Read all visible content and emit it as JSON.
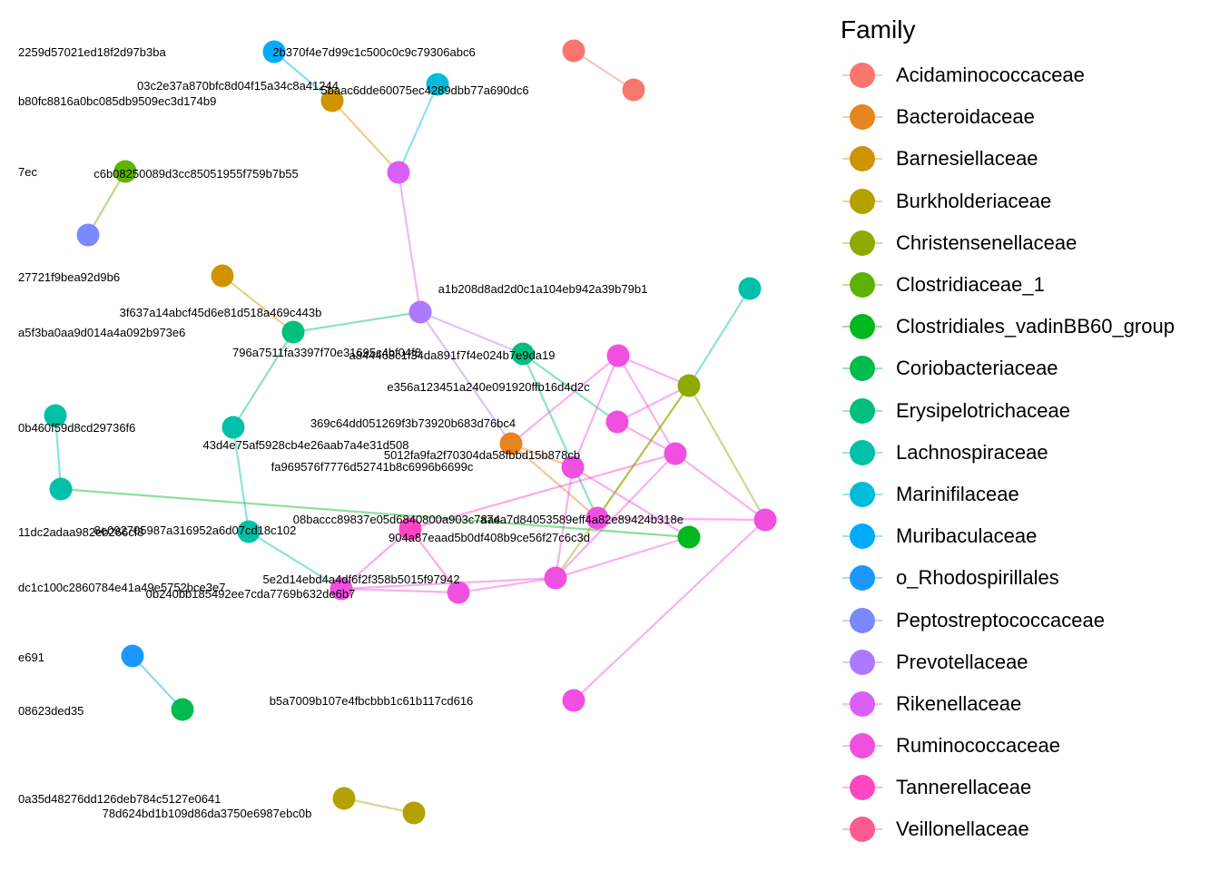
{
  "legend": {
    "title": "Family",
    "items": [
      {
        "name": "Acidaminococcaceae",
        "color": "#F8766D"
      },
      {
        "name": "Bacteroidaceae",
        "color": "#E7851E"
      },
      {
        "name": "Barnesiellaceae",
        "color": "#D09400"
      },
      {
        "name": "Burkholderiaceae",
        "color": "#B2A100"
      },
      {
        "name": "Christensenellaceae",
        "color": "#8EAB00"
      },
      {
        "name": "Clostridiaceae_1",
        "color": "#5EB300"
      },
      {
        "name": "Clostridiales_vadinBB60_group",
        "color": "#00B81F"
      },
      {
        "name": "Coriobacteriaceae",
        "color": "#00BB4E"
      },
      {
        "name": "Erysipelotrichaceae",
        "color": "#00BF7D"
      },
      {
        "name": "Lachnospiraceae",
        "color": "#00C1A7"
      },
      {
        "name": "Marinifilaceae",
        "color": "#00BCD8"
      },
      {
        "name": "Muribaculaceae",
        "color": "#00ABFD"
      },
      {
        "name": "o_Rhodospirillales",
        "color": "#1B98FF"
      },
      {
        "name": "Peptostreptococcaceae",
        "color": "#7A89FF"
      },
      {
        "name": "Prevotellaceae",
        "color": "#AC79FF"
      },
      {
        "name": "Rikenellaceae",
        "color": "#DC5EF9"
      },
      {
        "name": "Ruminococcaceae",
        "color": "#F14FE0"
      },
      {
        "name": "Tannerellaceae",
        "color": "#FF45C1"
      },
      {
        "name": "Veillonellaceae",
        "color": "#FF5A8E"
      }
    ]
  },
  "network": {
    "nodes": [
      {
        "id": "n1",
        "label": "2259d57021ed18f2d97b3ba",
        "family": "Acidaminococcaceae"
      },
      {
        "id": "n2",
        "label": "",
        "family": "Acidaminococcaceae"
      },
      {
        "id": "n3",
        "label": "2b370f4e7d99c1c500c0c9c79306abc6",
        "family": "Muribaculaceae"
      },
      {
        "id": "n4",
        "label": "03c2e37a870bfc8d04f15a34c8a41244",
        "family": "Barnesiellaceae"
      },
      {
        "id": "n5",
        "label": "5baac6dde60075ec4289dbb77a690dc6",
        "family": "Marinifilaceae"
      },
      {
        "id": "n6",
        "label": "b80fc8816a0bc085db9509ec3d174b9",
        "family": "Rikenellaceae"
      },
      {
        "id": "n7",
        "label": "c6b08250089d3cc85051955f759b7b55",
        "family": "Clostridiaceae_1"
      },
      {
        "id": "n8",
        "label": "7ec",
        "family": "Peptostreptococcaceae"
      },
      {
        "id": "n9",
        "label": "27721f9bea92d9b6",
        "family": "Barnesiellaceae"
      },
      {
        "id": "n10",
        "label": "3f637a14abcf45d6e81d518a469c443b",
        "family": "Erysipelotrichaceae"
      },
      {
        "id": "n11",
        "label": "a1b208d8ad2d0c1a104eb942a39b79b1",
        "family": "Prevotellaceae"
      },
      {
        "id": "n12",
        "label": "",
        "family": "Lachnospiraceae"
      },
      {
        "id": "n13",
        "label": "a5f3ba0aa9d014a4a092b973e6",
        "family": "Lachnospiraceae"
      },
      {
        "id": "n14",
        "label": "796a7511fa3397f70e31695c4bf04f8",
        "family": "Erysipelotrichaceae"
      },
      {
        "id": "n15",
        "label": "a844468c1f34da891f7f4e024b7e9da19",
        "family": "Ruminococcaceae"
      },
      {
        "id": "n16",
        "label": "",
        "family": "Christensenellaceae"
      },
      {
        "id": "n17",
        "label": "e356a123451a240e091920ffb16d4d2c",
        "family": "Ruminococcaceae"
      },
      {
        "id": "n18",
        "label": "0b460f59d8cd29736f6",
        "family": "Lachnospiraceae"
      },
      {
        "id": "n19",
        "label": "369c64dd051269f3b73920b683d76bc4",
        "family": "Ruminococcaceae"
      },
      {
        "id": "n20",
        "label": "43d4e75af5928cb4e26aab7a4e31d508",
        "family": "Lachnospiraceae"
      },
      {
        "id": "n21",
        "label": "5012fa9fa2f70304da58fbbd15b878cb",
        "family": "Bacteroidaceae"
      },
      {
        "id": "n22",
        "label": "",
        "family": "Lachnospiraceae"
      },
      {
        "id": "n23",
        "label": "fa969576f7776d52741b8c6996b6699c",
        "family": "Ruminococcaceae"
      },
      {
        "id": "n24",
        "label": "08baccc89837e05d6840800a903c78a4",
        "family": "Ruminococcaceae"
      },
      {
        "id": "n25",
        "label": "a7ea7d84053589eff4a82e89424b318e",
        "family": "Tannerellaceae"
      },
      {
        "id": "n26",
        "label": "11dc2adaa982eb266cf8",
        "family": "Lachnospiraceae"
      },
      {
        "id": "n27",
        "label": "8e092705987a316952a6d07cd18c102",
        "family": "Tannerellaceae"
      },
      {
        "id": "n28",
        "label": "904a87eaad5b0df408b9ce56f27c6c3d",
        "family": "Clostridiales_vadinBB60_group"
      },
      {
        "id": "n29",
        "label": "",
        "family": "Ruminococcaceae"
      },
      {
        "id": "n30",
        "label": "5e2d14ebd4a4df6f2f358b5015f97942",
        "family": "Ruminococcaceae"
      },
      {
        "id": "n31",
        "label": "dc1c100c2860784e41a49e5752bce3e7",
        "family": "Tannerellaceae"
      },
      {
        "id": "n32",
        "label": "0b240bb185492ee7cda7769b632de6b7",
        "family": "Ruminococcaceae"
      },
      {
        "id": "n33",
        "label": "e691",
        "family": "o_Rhodospirillales"
      },
      {
        "id": "n34",
        "label": "b5a7009b107e4fbcbbb1c61b117cd616",
        "family": "Ruminococcaceae"
      },
      {
        "id": "n35",
        "label": "08623ded35",
        "family": "Coriobacteriaceae"
      },
      {
        "id": "n36",
        "label": "0a35d48276dd126deb784c5127e0641",
        "family": "Burkholderiaceae"
      },
      {
        "id": "n37",
        "label": "78d624bd1b109d86da3750e6987ebc0b",
        "family": "Burkholderiaceae"
      }
    ],
    "edges": [
      [
        "n1",
        "n2"
      ],
      [
        "n3",
        "n4"
      ],
      [
        "n4",
        "n6"
      ],
      [
        "n5",
        "n6"
      ],
      [
        "n6",
        "n11"
      ],
      [
        "n7",
        "n8"
      ],
      [
        "n9",
        "n10"
      ],
      [
        "n10",
        "n11"
      ],
      [
        "n10",
        "n20"
      ],
      [
        "n11",
        "n14"
      ],
      [
        "n11",
        "n19"
      ],
      [
        "n14",
        "n17"
      ],
      [
        "n14",
        "n23"
      ],
      [
        "n12",
        "n16"
      ],
      [
        "n21",
        "n15"
      ],
      [
        "n21",
        "n17"
      ],
      [
        "n21",
        "n25"
      ],
      [
        "n21",
        "n28"
      ],
      [
        "n15",
        "n19"
      ],
      [
        "n15",
        "n16"
      ],
      [
        "n15",
        "n22"
      ],
      [
        "n17",
        "n16"
      ],
      [
        "n16",
        "n23"
      ],
      [
        "n16",
        "n25"
      ],
      [
        "n16",
        "n28"
      ],
      [
        "n19",
        "n22"
      ],
      [
        "n19",
        "n23"
      ],
      [
        "n22",
        "n29"
      ],
      [
        "n22",
        "n25"
      ],
      [
        "n23",
        "n28"
      ],
      [
        "n24",
        "n21"
      ],
      [
        "n24",
        "n32"
      ],
      [
        "n24",
        "n30"
      ],
      [
        "n25",
        "n32"
      ],
      [
        "n25",
        "n30"
      ],
      [
        "n25",
        "n29"
      ],
      [
        "n29",
        "n26"
      ],
      [
        "n20",
        "n27"
      ],
      [
        "n27",
        "n32"
      ],
      [
        "n32",
        "n30"
      ],
      [
        "n28",
        "n34"
      ],
      [
        "n18",
        "n26"
      ],
      [
        "n33",
        "n35"
      ],
      [
        "n36",
        "n37"
      ]
    ]
  }
}
